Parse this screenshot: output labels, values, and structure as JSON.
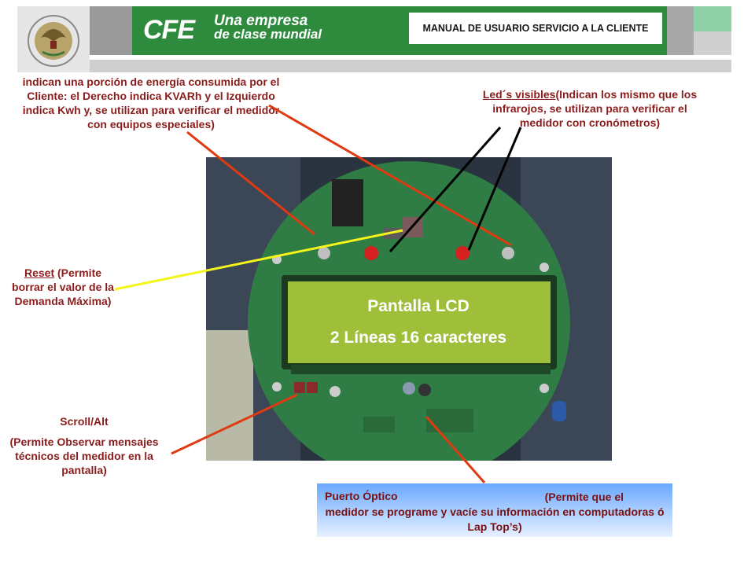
{
  "header": {
    "manual_title": "MANUAL DE USUARIO SERVICIO A LA CLIENTE",
    "logo_text": "CFE",
    "slogan_line1": "Una empresa",
    "slogan_line2": "de clase mundial"
  },
  "annotations": {
    "energy_leds": "indican una porción de energía consumida por el Cliente: el Derecho indica KVARh  y el Izquierdo indica Kwh y, se utilizan para verificar el medidor con equipos especiales)",
    "led_title": "Led´s visibles",
    "led_desc": "(Indican los mismo que los infrarojos, se utilizan para verificar el medidor con cronómetros)",
    "reset_title": "Reset",
    "reset_desc": " (Permite borrar el valor de la Demanda Máxima)",
    "scroll_title": "Scroll/Alt",
    "scroll_desc": "(Permite Observar mensajes técnicos del medidor en la pantalla)",
    "puerto_title": "Puerto Óptico",
    "puerto_desc_lead": "(Permite que el",
    "puerto_desc_rest": "medidor se programe y vacíe su información en computadoras ó Lap Top’s)",
    "lcd_line1": "Pantalla LCD",
    "lcd_line2": "2 Líneas 16 caracteres"
  },
  "colors": {
    "header_green": "#2e8b3e",
    "note_text": "#8b1c1c",
    "arrow_red": "#e03a10",
    "arrow_yellow": "#f5f51a",
    "arrow_black": "#000000",
    "lcd_green": "#9fbf3a",
    "board_green": "#2f7d45"
  },
  "icons": {
    "seal": "mexican-coat-of-arms-icon"
  }
}
